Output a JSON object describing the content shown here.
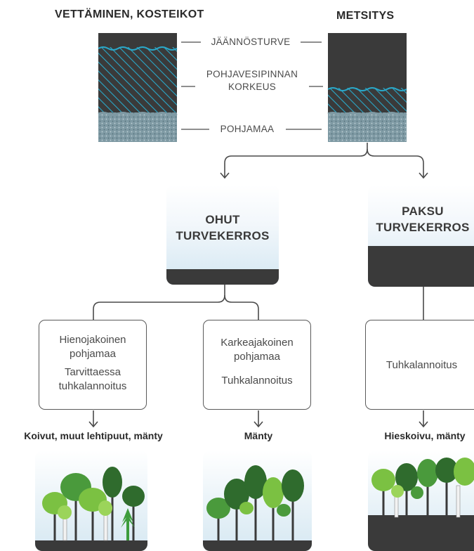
{
  "header": {
    "left_title": "VETTÄMINEN, KOSTEIKOT",
    "right_title": "METSITYS"
  },
  "layers": {
    "residual_peat": "JÄÄNNÖSTURVE",
    "groundwater_level": "POHJAVESIPINNAN\nKORKEUS",
    "subsoil": "POHJAMAA"
  },
  "branches": [
    {
      "title": "OHUT\nTURVEKERROS",
      "sub": [
        {
          "lines": [
            "Hienojakoinen\npohjamaa",
            "Tarvittaessa\ntuhkalannoitus"
          ],
          "species": "Koivut, muut lehtipuut, mänty"
        },
        {
          "lines": [
            "Karkeajakoinen\npohjamaa",
            "Tuhkalannoitus"
          ],
          "species": "Mänty"
        }
      ]
    },
    {
      "title": "PAKSU\nTURVEKERROS",
      "sub": [
        {
          "lines": [
            "Tuhkalannoitus"
          ],
          "species": "Hieskoivu, mänty"
        }
      ]
    }
  ],
  "colors": {
    "peat": "#3a3a3a",
    "water": "#2aa8c9",
    "subsoil": "#8fa3ab",
    "leaf_light": "#7bc142",
    "leaf_dark": "#2f6b2d"
  }
}
